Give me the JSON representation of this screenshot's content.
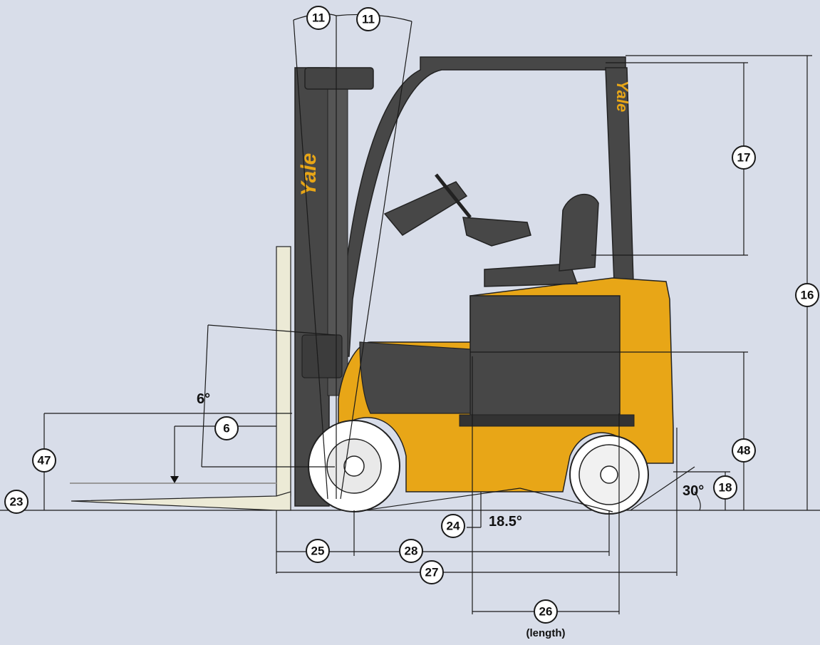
{
  "brand": {
    "logo_text": "Yale",
    "yellow": "#e8a617",
    "dark": "#474747",
    "fork_color": "#ecead6",
    "background": "#d8dde9"
  },
  "dimensions": {
    "tilt_fwd": "11",
    "tilt_back": "11",
    "overall_height": "16",
    "overhead_guard_clearance": "17",
    "step_height": "18",
    "fork_thickness": "23",
    "ground_clearance": "24",
    "load_center_to_front_axle": "25",
    "length": "26",
    "length_note": "(length)",
    "overall_length": "27",
    "wheelbase": "28",
    "lift_height_free": "47",
    "seat_height": "48",
    "load_center": "6"
  },
  "angles": {
    "mast_tilt": "6°",
    "under_clearance": "18.5°",
    "departure": "30°"
  }
}
